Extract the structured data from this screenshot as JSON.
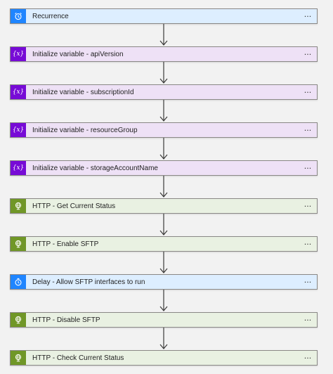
{
  "steps": [
    {
      "kind": "recurrence",
      "label": "Recurrence",
      "icon": "alarm-clock-icon",
      "more": "···"
    },
    {
      "kind": "variable",
      "label": "Initialize variable - apiVersion",
      "icon": "variable-icon",
      "glyph": "{x}",
      "more": "···"
    },
    {
      "kind": "variable",
      "label": "Initialize variable - subscriptionId",
      "icon": "variable-icon",
      "glyph": "{x}",
      "more": "···"
    },
    {
      "kind": "variable",
      "label": "Initialize variable - resourceGroup",
      "icon": "variable-icon",
      "glyph": "{x}",
      "more": "···"
    },
    {
      "kind": "variable",
      "label": "Initialize variable - storageAccountName",
      "icon": "variable-icon",
      "glyph": "{x}",
      "more": "···"
    },
    {
      "kind": "http",
      "label": "HTTP - Get Current Status",
      "icon": "http-globe-icon",
      "more": "···"
    },
    {
      "kind": "http",
      "label": "HTTP - Enable SFTP",
      "icon": "http-globe-icon",
      "more": "···"
    },
    {
      "kind": "delay",
      "label": "Delay - Allow SFTP interfaces to run",
      "icon": "timer-icon",
      "more": "···"
    },
    {
      "kind": "http",
      "label": "HTTP - Disable SFTP",
      "icon": "http-globe-icon",
      "more": "···"
    },
    {
      "kind": "http",
      "label": "HTTP - Check Current Status",
      "icon": "http-globe-icon",
      "more": "···"
    }
  ],
  "colors": {
    "recurrence_accent": "#1f85ff",
    "variable_accent": "#770bd6",
    "http_accent": "#709727",
    "delay_accent": "#1f85ff",
    "connector": "#3b3a39"
  }
}
